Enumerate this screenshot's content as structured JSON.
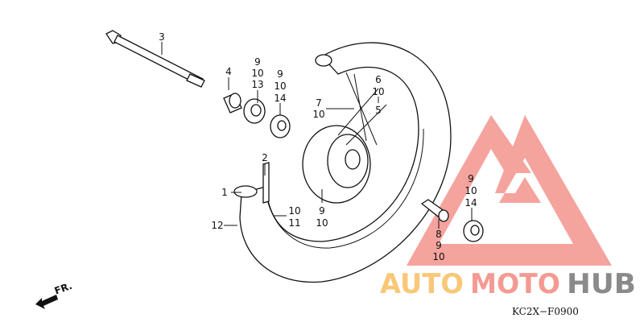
{
  "diagram": {
    "callouts": {
      "axle": [
        "3"
      ],
      "collar": [
        "4"
      ],
      "bearing_left": [
        "9",
        "10",
        "13"
      ],
      "bearing_mid": [
        "9",
        "10",
        "14"
      ],
      "spoke_a": [
        "6",
        "10"
      ],
      "spoke_b": [
        "5"
      ],
      "spoke_c": [
        "7",
        "10"
      ],
      "rim_band": [
        "2"
      ],
      "tube": [
        "1"
      ],
      "tire": [
        "12"
      ],
      "rim": [
        "10",
        "11"
      ],
      "hub": [
        "9",
        "10"
      ],
      "bearing_right": [
        "9",
        "10",
        "14"
      ],
      "distance_collar": [
        "8",
        "9",
        "10"
      ]
    },
    "direction_label": "FR.",
    "figure_code": "KC2X−F0900"
  },
  "watermark": {
    "part1": "AUTO",
    "part2": "MOTO",
    "part3": "HUB",
    "colors": {
      "auto": "#f8c878",
      "moto": "#f49a92",
      "hub": "#8a8a8a",
      "logo": "#f4948c"
    }
  }
}
